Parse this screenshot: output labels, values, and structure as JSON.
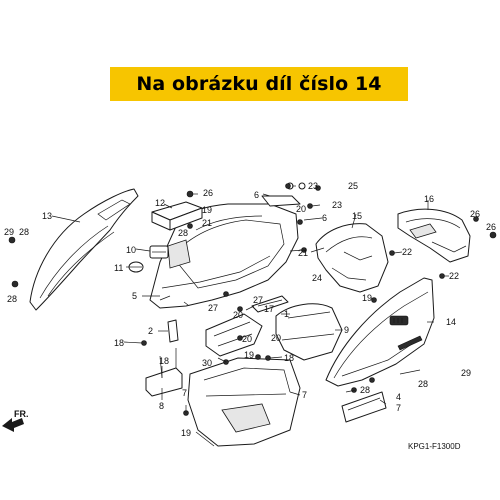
{
  "banner": {
    "title": "Na obrázku díl číslo 14",
    "background_color": "#f7c500"
  },
  "diagram": {
    "code": "KPG1-F1300D",
    "direction_label": "FR.",
    "callouts": [
      "1",
      "2",
      "4",
      "5",
      "6",
      "7",
      "8",
      "9",
      "10",
      "11",
      "12",
      "13",
      "14",
      "15",
      "16",
      "17",
      "18",
      "19",
      "20",
      "21",
      "22",
      "23",
      "24",
      "25",
      "26",
      "27",
      "28",
      "29",
      "30"
    ],
    "highlighted_part": "14"
  }
}
